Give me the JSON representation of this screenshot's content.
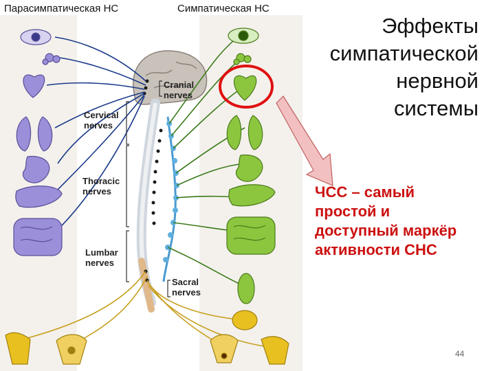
{
  "headers": {
    "parasympathetic": "Парасимпатическая НС",
    "sympathetic": "Симпатическая НС"
  },
  "diagram_labels": {
    "cranial": [
      "Cranial",
      "nerves"
    ],
    "cervical": [
      "Cervical",
      "nerves"
    ],
    "thoracic": [
      "Thoracic",
      "nerves"
    ],
    "lumbar": [
      "Lumbar",
      "nerves"
    ],
    "sacral": [
      "Sacral",
      "nerves"
    ]
  },
  "title_lines": [
    "Эффекты",
    "симпатической",
    "нервной",
    "системы"
  ],
  "callout_lines": [
    "ЧСС – самый",
    "простой и",
    "доступный маркёр",
    "активности СНС"
  ],
  "page_number": "44",
  "colors": {
    "parasympathetic_organs": "#9a8fd8",
    "sympathetic_organs": "#8cc63f",
    "sacral_organs": "#e8c020",
    "para_nerves": "#1a3a8a",
    "symp_nerves": "#3a7a1a",
    "sacral_nerves": "#c8a020",
    "highlight": "#e01010",
    "callout_text": "#cc1010",
    "arrow_fill": "#f2c0c0"
  }
}
